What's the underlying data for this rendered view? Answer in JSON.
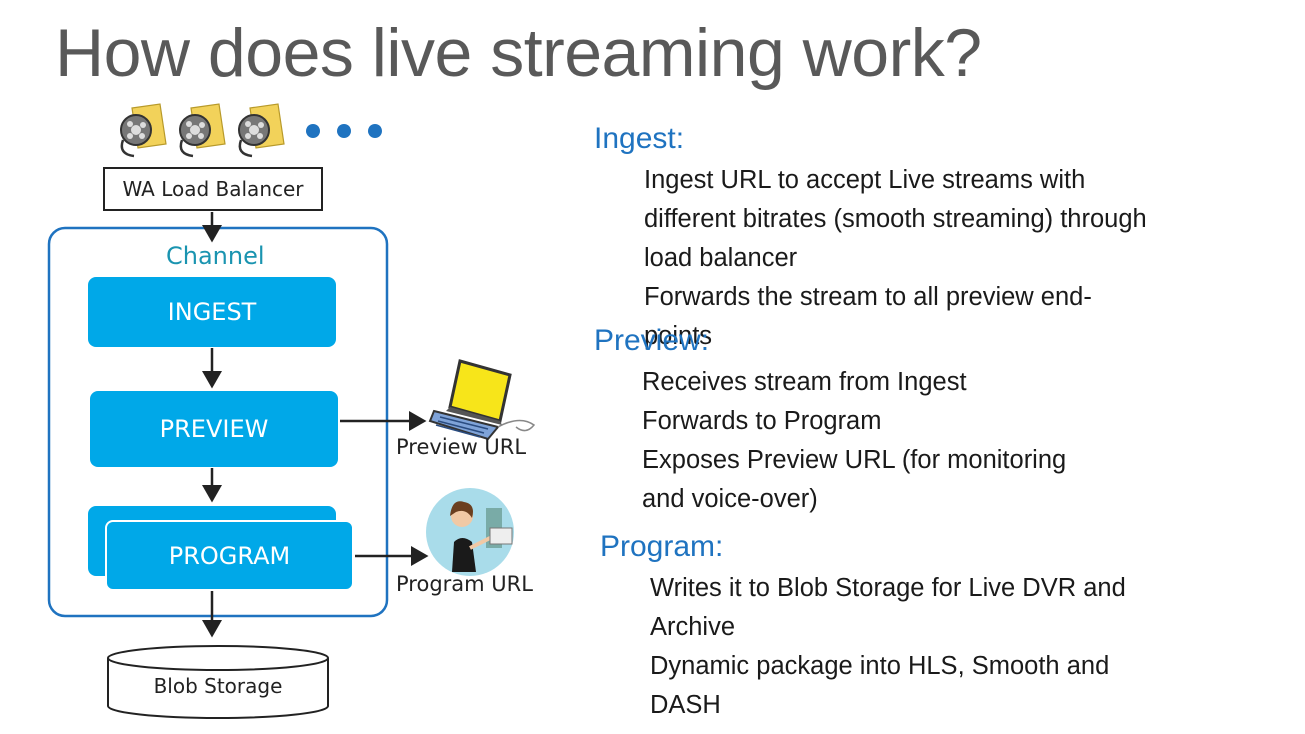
{
  "title": "How does live streaming work?",
  "diagram": {
    "load_balancer": "WA Load Balancer",
    "channel_label": "Channel",
    "ingest_box": "INGEST",
    "preview_box": "PREVIEW",
    "program_box": "PROGRAM",
    "preview_url": "Preview URL",
    "program_url": "Program URL",
    "storage": "Blob Storage"
  },
  "sections": {
    "ingest": {
      "heading": "Ingest:",
      "lines": [
        "Ingest URL to accept Live streams with",
        "different bitrates (smooth streaming) through",
        "load balancer",
        "Forwards the stream to all preview end-",
        "points"
      ]
    },
    "preview": {
      "heading": "Preview:",
      "lines": [
        "Receives stream from Ingest",
        "Forwards to Program",
        "Exposes Preview URL (for monitoring",
        "and voice-over)"
      ]
    },
    "program": {
      "heading": "Program:",
      "lines": [
        "Writes it to Blob Storage for Live DVR and",
        "Archive",
        "Dynamic package into HLS, Smooth and",
        "DASH"
      ]
    }
  },
  "colors": {
    "title": "#595959",
    "heading": "#1f73c0",
    "box": "#00a8e8",
    "channel_border": "#1f73c0",
    "dots": "#1f73c0"
  },
  "icons": [
    "film-reel-icon",
    "laptop-icon",
    "presenter-person-icon"
  ]
}
